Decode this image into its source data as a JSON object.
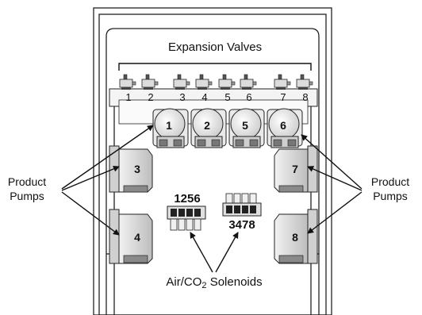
{
  "labels": {
    "expansion_valves": "Expansion Valves",
    "product_pumps_left_line1": "Product",
    "product_pumps_left_line2": "Pumps",
    "product_pumps_right_line1": "Product",
    "product_pumps_right_line2": "Pumps",
    "solenoids_prefix": "Air/CO",
    "solenoids_sub": "2",
    "solenoids_suffix": " Solenoids"
  },
  "valve_numbers": [
    "1",
    "2",
    "3",
    "4",
    "5",
    "6",
    "7",
    "8"
  ],
  "top_pumps": [
    "1",
    "2",
    "5",
    "6"
  ],
  "side_pumps": {
    "left_upper": "3",
    "left_lower": "4",
    "right_upper": "7",
    "right_lower": "8"
  },
  "solenoid_banks": {
    "left": "1256",
    "right": "3478"
  },
  "colors": {
    "stroke": "#222222",
    "fill_light": "#e8e8e8",
    "fill_mid": "#cfcfcf",
    "fill_dark": "#8a8a8a"
  }
}
